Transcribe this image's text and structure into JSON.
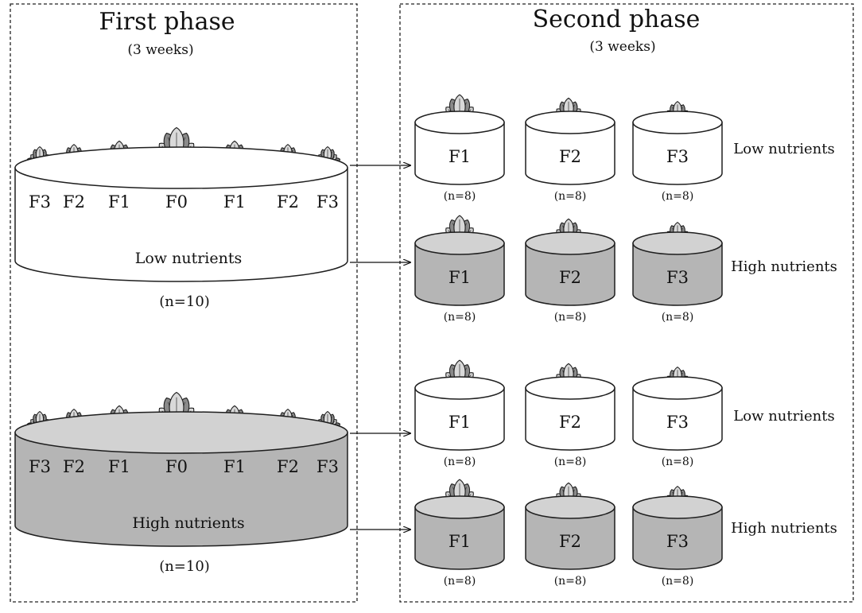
{
  "first_phase": {
    "title": "First phase",
    "duration": "(3 weeks)",
    "groups": [
      {
        "treatment": "low",
        "pot_labels": [
          "F3",
          "F2",
          "F1",
          "F0",
          "F1",
          "F2",
          "F3"
        ],
        "nutrients": "Low nutrients",
        "count": "(n=10)"
      },
      {
        "treatment": "high",
        "pot_labels": [
          "F3",
          "F2",
          "F1",
          "F0",
          "F1",
          "F2",
          "F3"
        ],
        "nutrients": "High nutrients",
        "count": "(n=10)"
      }
    ]
  },
  "second_phase": {
    "title": "Second phase",
    "duration": "(3 weeks)",
    "rows": [
      {
        "treatment": "low",
        "side_label": "Low nutrients",
        "pots": [
          {
            "label": "F1",
            "count": "(n=8)"
          },
          {
            "label": "F2",
            "count": "(n=8)"
          },
          {
            "label": "F3",
            "count": "(n=8)"
          }
        ]
      },
      {
        "treatment": "high",
        "side_label": "High nutrients",
        "pots": [
          {
            "label": "F1",
            "count": "(n=8)"
          },
          {
            "label": "F2",
            "count": "(n=8)"
          },
          {
            "label": "F3",
            "count": "(n=8)"
          }
        ]
      },
      {
        "treatment": "low",
        "side_label": "Low nutrients",
        "pots": [
          {
            "label": "F1",
            "count": "(n=8)"
          },
          {
            "label": "F2",
            "count": "(n=8)"
          },
          {
            "label": "F3",
            "count": "(n=8)"
          }
        ]
      },
      {
        "treatment": "high",
        "side_label": "High nutrients",
        "pots": [
          {
            "label": "F1",
            "count": "(n=8)"
          },
          {
            "label": "F2",
            "count": "(n=8)"
          },
          {
            "label": "F3",
            "count": "(n=8)"
          }
        ]
      }
    ]
  },
  "colors": {
    "low_fill": "#ffffff",
    "high_fill": "#b5b5b5",
    "high_top": "#d2d2d2",
    "low_top": "#ffffff",
    "stroke": "#1e1e1e",
    "leaf_light": "#d9d9d9",
    "leaf_dark": "#8a8a8a"
  }
}
